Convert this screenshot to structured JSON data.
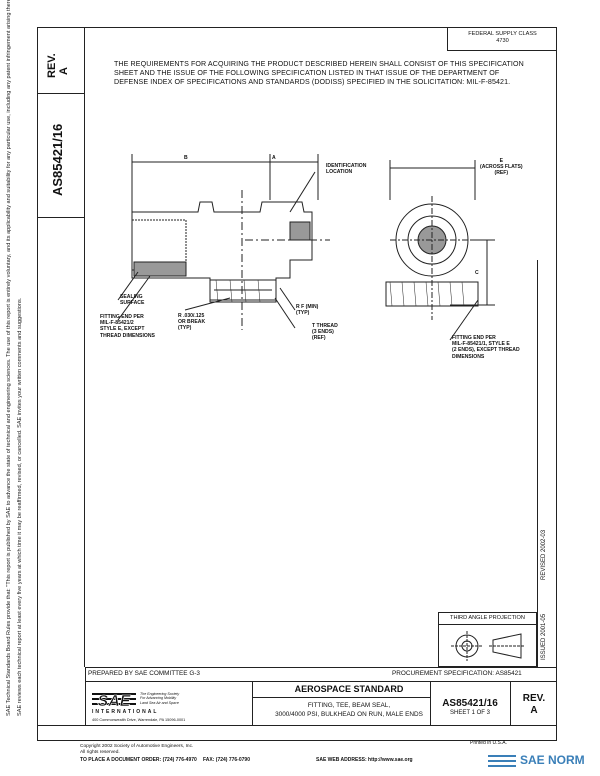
{
  "header": {
    "rev_label": "REV.",
    "rev_value": "A",
    "doc_number": "AS85421/16",
    "federal_supply_class_label": "FEDERAL SUPPLY CLASS",
    "federal_supply_class_value": "4730"
  },
  "requirements_text": "THE REQUIREMENTS FOR ACQUIRING THE PRODUCT DESCRIBED HEREIN SHALL CONSIST OF THIS SPECIFICATION SHEET AND THE ISSUE OF THE FOLLOWING SPECIFICATION LISTED IN THAT ISSUE OF THE DEPARTMENT OF DEFENSE INDEX OF SPECIFICATIONS AND STANDARDS (DODISS) SPECIFIED IN THE SOLICITATION: MIL-F-85421.",
  "drawing_labels": {
    "dim_b": "B",
    "dim_a": "A",
    "identification": "IDENTIFICATION\nLOCATION",
    "sealing_surface": "SEALING\nSURFACE",
    "fitting_end_left": "FITTING END PER\nMIL-F-85421/2\nSTYLE E, EXCEPT\nTHREAD DIMENSIONS",
    "break_note": "R .030/.125\nOR BREAK\n(TYP)",
    "rf_note": "R F (MIN)\n(TYP)",
    "t_thread": "T THREAD\n(3 ENDS)\n(REF)",
    "e_across_flats": "E\n(ACROSS FLATS)\n(REF)",
    "dim_c": "C",
    "fitting_end_right": "FITTING END PER\nMIL-F-85421/1, STYLE E\n(2 ENDS), EXCEPT THREAD\nDIMENSIONS"
  },
  "side_column": {
    "revised": "REVISED 2002-03",
    "issued": "ISSUED 2001-05"
  },
  "third_angle_projection": "THIRD ANGLE PROJECTION",
  "title_block": {
    "prepared_by": "PREPARED BY SAE COMMITTEE G-3",
    "procurement_spec": "PROCUREMENT SPECIFICATION: AS85421",
    "standard_title": "AEROSPACE STANDARD",
    "fitting_title_1": "FITTING, TEE, BEAM SEAL,",
    "fitting_title_2": "3000/4000 PSI, BULKHEAD ON RUN, MALE ENDS",
    "doc_number": "AS85421/16",
    "sheet": "SHEET 1 OF 3",
    "rev_label": "REV.",
    "rev_value": "A",
    "sae_logo_text": "SAE",
    "sae_international": "INTERNATIONAL",
    "sae_description": "The Engineering Society\nFor Advancing Mobility\nLand Sea Air and Space",
    "sae_address": "400 Commonwealth Drive, Warrendale, PA 15096-0001"
  },
  "footer": {
    "copyright_1": "Copyright 2002 Society of Automotive Engineers, Inc.",
    "copyright_2": "All rights reserved.",
    "order": "TO PLACE A DOCUMENT ORDER:   (724) 776-4970",
    "fax": "FAX: (724) 776-0790",
    "web": "SAE WEB ADDRESS:   http://www.sae.org",
    "printed": "Printed in U.S.A.",
    "brand": "SAE NORM"
  },
  "disclaimer_1": "SAE Technical Standards Board Rules provide that: \"This report is published by SAE to advance the state of technical and engineering sciences. The use of this report is entirely voluntary, and its applicability and suitability for any particular use, including any patent infringement arising therefrom, is the sole responsibility of the user.\"",
  "disclaimer_2": "SAE reviews each technical report at least every five years at which time it may be reaffirmed, revised, or cancelled. SAE invites your written comments and suggestions.",
  "colors": {
    "line": "#222222",
    "brand_blue": "#3a7fb8"
  }
}
